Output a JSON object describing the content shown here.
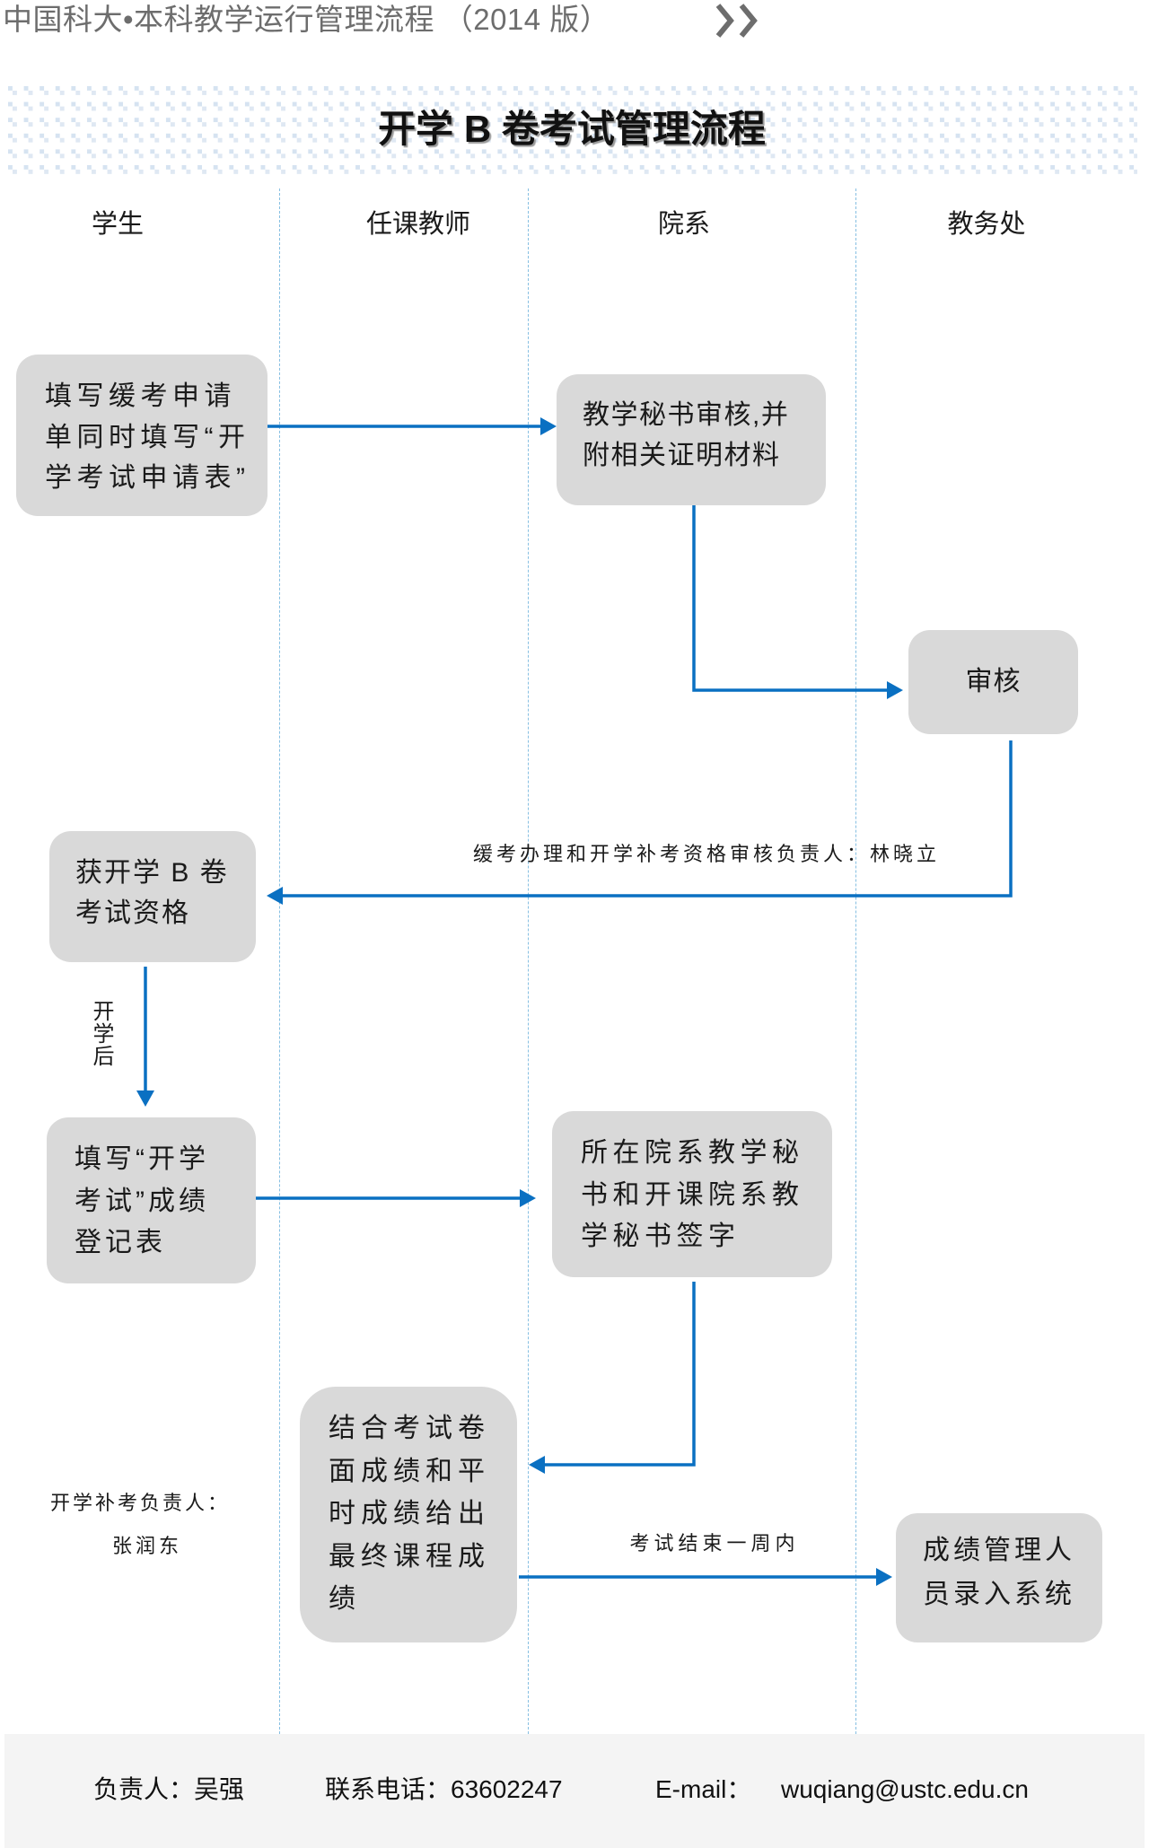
{
  "header": {
    "title": "中国科大•本科教学运行管理流程 （2014 版）",
    "icon": "double-chevron-right-icon"
  },
  "banner": {
    "title": "开学 B 卷考试管理流程"
  },
  "lanes": [
    {
      "label": "学生"
    },
    {
      "label": "任课教师"
    },
    {
      "label": "院系"
    },
    {
      "label": "教务处"
    }
  ],
  "steps": [
    {
      "id": "apply-deferral",
      "lane": "学生",
      "lines": [
        "填写缓考申请",
        "单同时填写“开",
        "学考试申请表”"
      ]
    },
    {
      "id": "secretary-review",
      "lane": "院系",
      "lines": [
        "教学秘书审核,并",
        "附相关证明材料"
      ]
    },
    {
      "id": "academic-office-review",
      "lane": "教务处",
      "lines": [
        "审核"
      ]
    },
    {
      "id": "obtain-qualification",
      "lane": "学生",
      "lines": [
        "获开学 B 卷",
        "考试资格"
      ]
    },
    {
      "id": "fill-score-form",
      "lane": "学生",
      "lines": [
        "填写“开学",
        "考试”成绩",
        "登记表"
      ]
    },
    {
      "id": "secretaries-sign",
      "lane": "院系",
      "lines": [
        "所在院系教学秘",
        "书和开课院系教",
        "学秘书签字"
      ]
    },
    {
      "id": "final-grade",
      "lane": "任课教师",
      "lines": [
        "结合考试卷",
        "面成绩和平",
        "时成绩给出",
        "最终课程成",
        "绩"
      ]
    },
    {
      "id": "enter-system",
      "lane": "教务处",
      "lines": [
        "成绩管理人",
        "员录入系统"
      ]
    }
  ],
  "connectors": [
    {
      "from": "apply-deferral",
      "to": "secretary-review",
      "label": ""
    },
    {
      "from": "secretary-review",
      "to": "academic-office-review",
      "label": ""
    },
    {
      "from": "academic-office-review",
      "to": "obtain-qualification",
      "label": "缓考办理和开学补考资格审核负责人：林晓立"
    },
    {
      "from": "obtain-qualification",
      "to": "fill-score-form",
      "label": "开学后"
    },
    {
      "from": "fill-score-form",
      "to": "secretaries-sign",
      "label": ""
    },
    {
      "from": "secretaries-sign",
      "to": "final-grade",
      "label": ""
    },
    {
      "from": "final-grade",
      "to": "enter-system",
      "label": "考试结束一周内"
    }
  ],
  "notes": {
    "makeup_owner_label": "开学补考负责人：",
    "makeup_owner_name": "张润东"
  },
  "footer": {
    "owner": "负责人：吴强",
    "phone": "联系电话：63602247",
    "email_label": "E-mail：",
    "email": "wuqiang@ustc.edu.cn"
  },
  "colors": {
    "arrow": "#0a70c2",
    "step_fill": "#d9d9d9",
    "lane_divider": "#86bfe2",
    "header_text": "#6d6d6d",
    "footer_bg": "#f4f4f4"
  }
}
